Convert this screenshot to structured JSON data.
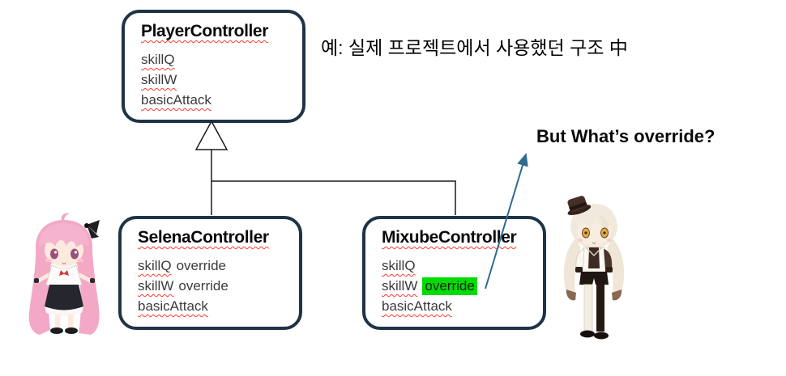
{
  "slide": {
    "background_color": "#ffffff",
    "annotation_ko": "예: 실제 프로젝트에서 사용했던 구조 中",
    "question_label": "But What’s override?"
  },
  "diagram": {
    "colors": {
      "background": "#ffffff",
      "box-border": "#1f3347",
      "connector": "#1a1a1a",
      "arrow": "#2e6b8f",
      "highlight": "#00dc00",
      "squiggle": "#ff3b30"
    },
    "classes": [
      {
        "title": "PlayerController",
        "members": [
          {
            "name": "skillQ",
            "suffix": ""
          },
          {
            "name": "skillW",
            "suffix": ""
          },
          {
            "name": "basicAttack",
            "suffix": ""
          }
        ]
      },
      {
        "title": "SelenaController",
        "members": [
          {
            "name": "skillQ",
            "suffix": "override"
          },
          {
            "name": "skillW",
            "suffix": "override"
          },
          {
            "name": "basicAttack",
            "suffix": ""
          }
        ]
      },
      {
        "title": "MixubeController",
        "members": [
          {
            "name": "skillQ",
            "suffix": ""
          },
          {
            "name": "skillW",
            "suffix": "override",
            "highlighted": true
          },
          {
            "name": "basicAttack",
            "suffix": ""
          }
        ]
      }
    ],
    "relationships": [
      {
        "type": "inheritance",
        "from": "SelenaController",
        "to": "PlayerController"
      },
      {
        "type": "inheritance",
        "from": "MixubeController",
        "to": "PlayerController"
      }
    ],
    "callout_target": "MixubeController skillW override"
  },
  "characters": [
    {
      "name": "pink-hair-chibi",
      "position": "left",
      "hair_color": "#f3a8c6",
      "accessory": "black-bow"
    },
    {
      "name": "white-hair-chibi",
      "position": "right",
      "hair_color": "#efe6d8",
      "accessory": "mini-top-hat"
    }
  ]
}
